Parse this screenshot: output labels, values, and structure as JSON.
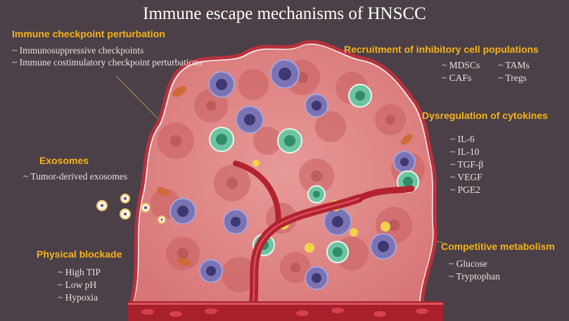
{
  "title": "Immune escape mechanisms of HNSCC",
  "sections": {
    "checkpoint": {
      "heading": "Immune checkpoint perturbation",
      "items": [
        "~ Immunosuppressive checkpoints",
        "~ Immune costimulatory checkpoint perturbations"
      ]
    },
    "recruitment": {
      "heading": "Recruitment of inhibitory cell populations",
      "items": [
        "~ MDSCs",
        "~ TAMs",
        "~ CAFs",
        "~ Tregs"
      ]
    },
    "cytokines": {
      "heading": "Dysregulation of cytokines",
      "items": [
        "~ IL-6",
        "~ IL-10",
        "~ TGF-β",
        "~ VEGF",
        "~ PGE2"
      ]
    },
    "exosomes": {
      "heading": "Exosomes",
      "items": [
        "~ Tumor-derived exosomes"
      ]
    },
    "physical": {
      "heading": "Physical blockade",
      "items": [
        "~ High TIP",
        "~ Low pH",
        "~ Hypoxia"
      ]
    },
    "metabolism": {
      "heading": "Competitive metabolism",
      "items": [
        "~ Glucose",
        "~ Tryptophan"
      ]
    }
  },
  "colors": {
    "background": "#4b4047",
    "heading": "#f5b21a",
    "body_text": "#e6e0e3",
    "tumor_border": "#b7323d",
    "vessel": "#b3232f"
  }
}
